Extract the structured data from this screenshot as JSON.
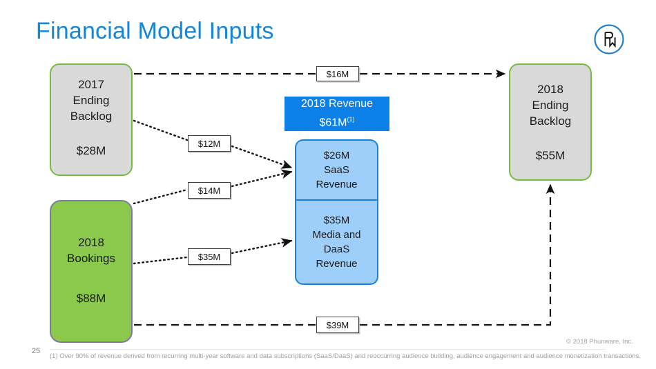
{
  "slide": {
    "title": "Financial Model Inputs",
    "page_number": "25",
    "copyright": "© 2018 Phunware, Inc.",
    "footnote": "(1) Over 90% of revenue derived from recurring multi-year software and data subscriptions (SaaS/DaaS) and reoccurring audience building, audience engagement and audience monetization transactions.",
    "logo_name": "phunware-logo"
  },
  "colors": {
    "title_blue": "#1585d8",
    "revenue_header_blue": "#0d80e8",
    "revenue_box_fill": "#9dcffa",
    "revenue_box_border": "#1b7fd4",
    "backlog_fill": "#d9d9d9",
    "backlog_border": "#76bc43",
    "bookings_fill": "#8bc94c",
    "bookings_border": "#7d7ba3"
  },
  "nodes": {
    "backlog_2017": {
      "line1": "2017",
      "line2": "Ending",
      "line3": "Backlog",
      "amount": "$28M"
    },
    "bookings_2018": {
      "line1": "2018",
      "line2": "Bookings",
      "amount": "$88M"
    },
    "revenue_2018": {
      "line1": "2018 Revenue",
      "amount": "$61M",
      "footnote_marker": "(1)"
    },
    "saas": {
      "line1": "$26M",
      "line2": "SaaS",
      "line3": "Revenue"
    },
    "media_daas": {
      "line1": "$35M",
      "line2": "Media and",
      "line3": "DaaS",
      "line4": "Revenue"
    },
    "backlog_2018": {
      "line1": "2018",
      "line2": "Ending",
      "line3": "Backlog",
      "amount": "$55M"
    }
  },
  "flows": {
    "backlog2017_to_backlog2018": "$16M",
    "backlog2017_to_saas": "$12M",
    "bookings_to_saas": "$14M",
    "bookings_to_media_daas": "$35M",
    "bookings_to_backlog2018": "$39M"
  },
  "chart_data": {
    "type": "diagram",
    "title": "Financial Model Inputs",
    "subtype": "sankey-style flow diagram",
    "nodes": [
      {
        "id": "backlog_2017",
        "label": "2017 Ending Backlog",
        "value": 28,
        "unit": "M USD"
      },
      {
        "id": "bookings_2018",
        "label": "2018 Bookings",
        "value": 88,
        "unit": "M USD"
      },
      {
        "id": "revenue_2018",
        "label": "2018 Revenue",
        "value": 61,
        "unit": "M USD"
      },
      {
        "id": "saas",
        "label": "SaaS Revenue",
        "value": 26,
        "unit": "M USD"
      },
      {
        "id": "media_daas",
        "label": "Media and DaaS Revenue",
        "value": 35,
        "unit": "M USD"
      },
      {
        "id": "backlog_2018",
        "label": "2018 Ending Backlog",
        "value": 55,
        "unit": "M USD"
      }
    ],
    "links": [
      {
        "source": "backlog_2017",
        "target": "backlog_2018",
        "value": 16,
        "style": "dashed"
      },
      {
        "source": "backlog_2017",
        "target": "saas",
        "value": 12,
        "style": "dotted"
      },
      {
        "source": "bookings_2018",
        "target": "saas",
        "value": 14,
        "style": "dotted"
      },
      {
        "source": "bookings_2018",
        "target": "media_daas",
        "value": 35,
        "style": "dotted"
      },
      {
        "source": "bookings_2018",
        "target": "backlog_2018",
        "value": 39,
        "style": "dashed"
      }
    ]
  }
}
